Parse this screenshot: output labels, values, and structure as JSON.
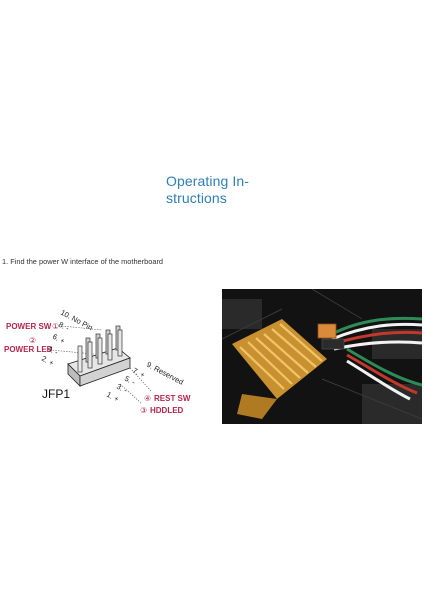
{
  "header": {
    "title_line1": "Operating In-",
    "title_line2": "structions"
  },
  "steps": [
    {
      "text": "1. Find the power W interface of the motherboard"
    }
  ],
  "diagram": {
    "header_name": "JFP1",
    "label_color": "#b5264a",
    "labels": {
      "power_sw": "POWER SW",
      "power_led": "POWER LED",
      "rest_sw": "REST SW",
      "hddled": "HDDLED"
    },
    "markers": {
      "power_sw": "①",
      "power_led": "②",
      "rest_sw": "④",
      "hddled": "③"
    },
    "pins": {
      "p10": "10. No Pin",
      "p8": "8. -",
      "p6": "6. +",
      "p4": "4. -",
      "p2": "2. +",
      "p9": "9. Reserved",
      "p7": "7. +",
      "p5": "5. -",
      "p3": "3. -",
      "p1": "1. +"
    }
  },
  "photo": {
    "heatsink_color": "#d9a441",
    "board_color": "#1a1a1a",
    "cable_colors": [
      "#2e8b57",
      "#c0392b",
      "#f2f2f2"
    ]
  }
}
